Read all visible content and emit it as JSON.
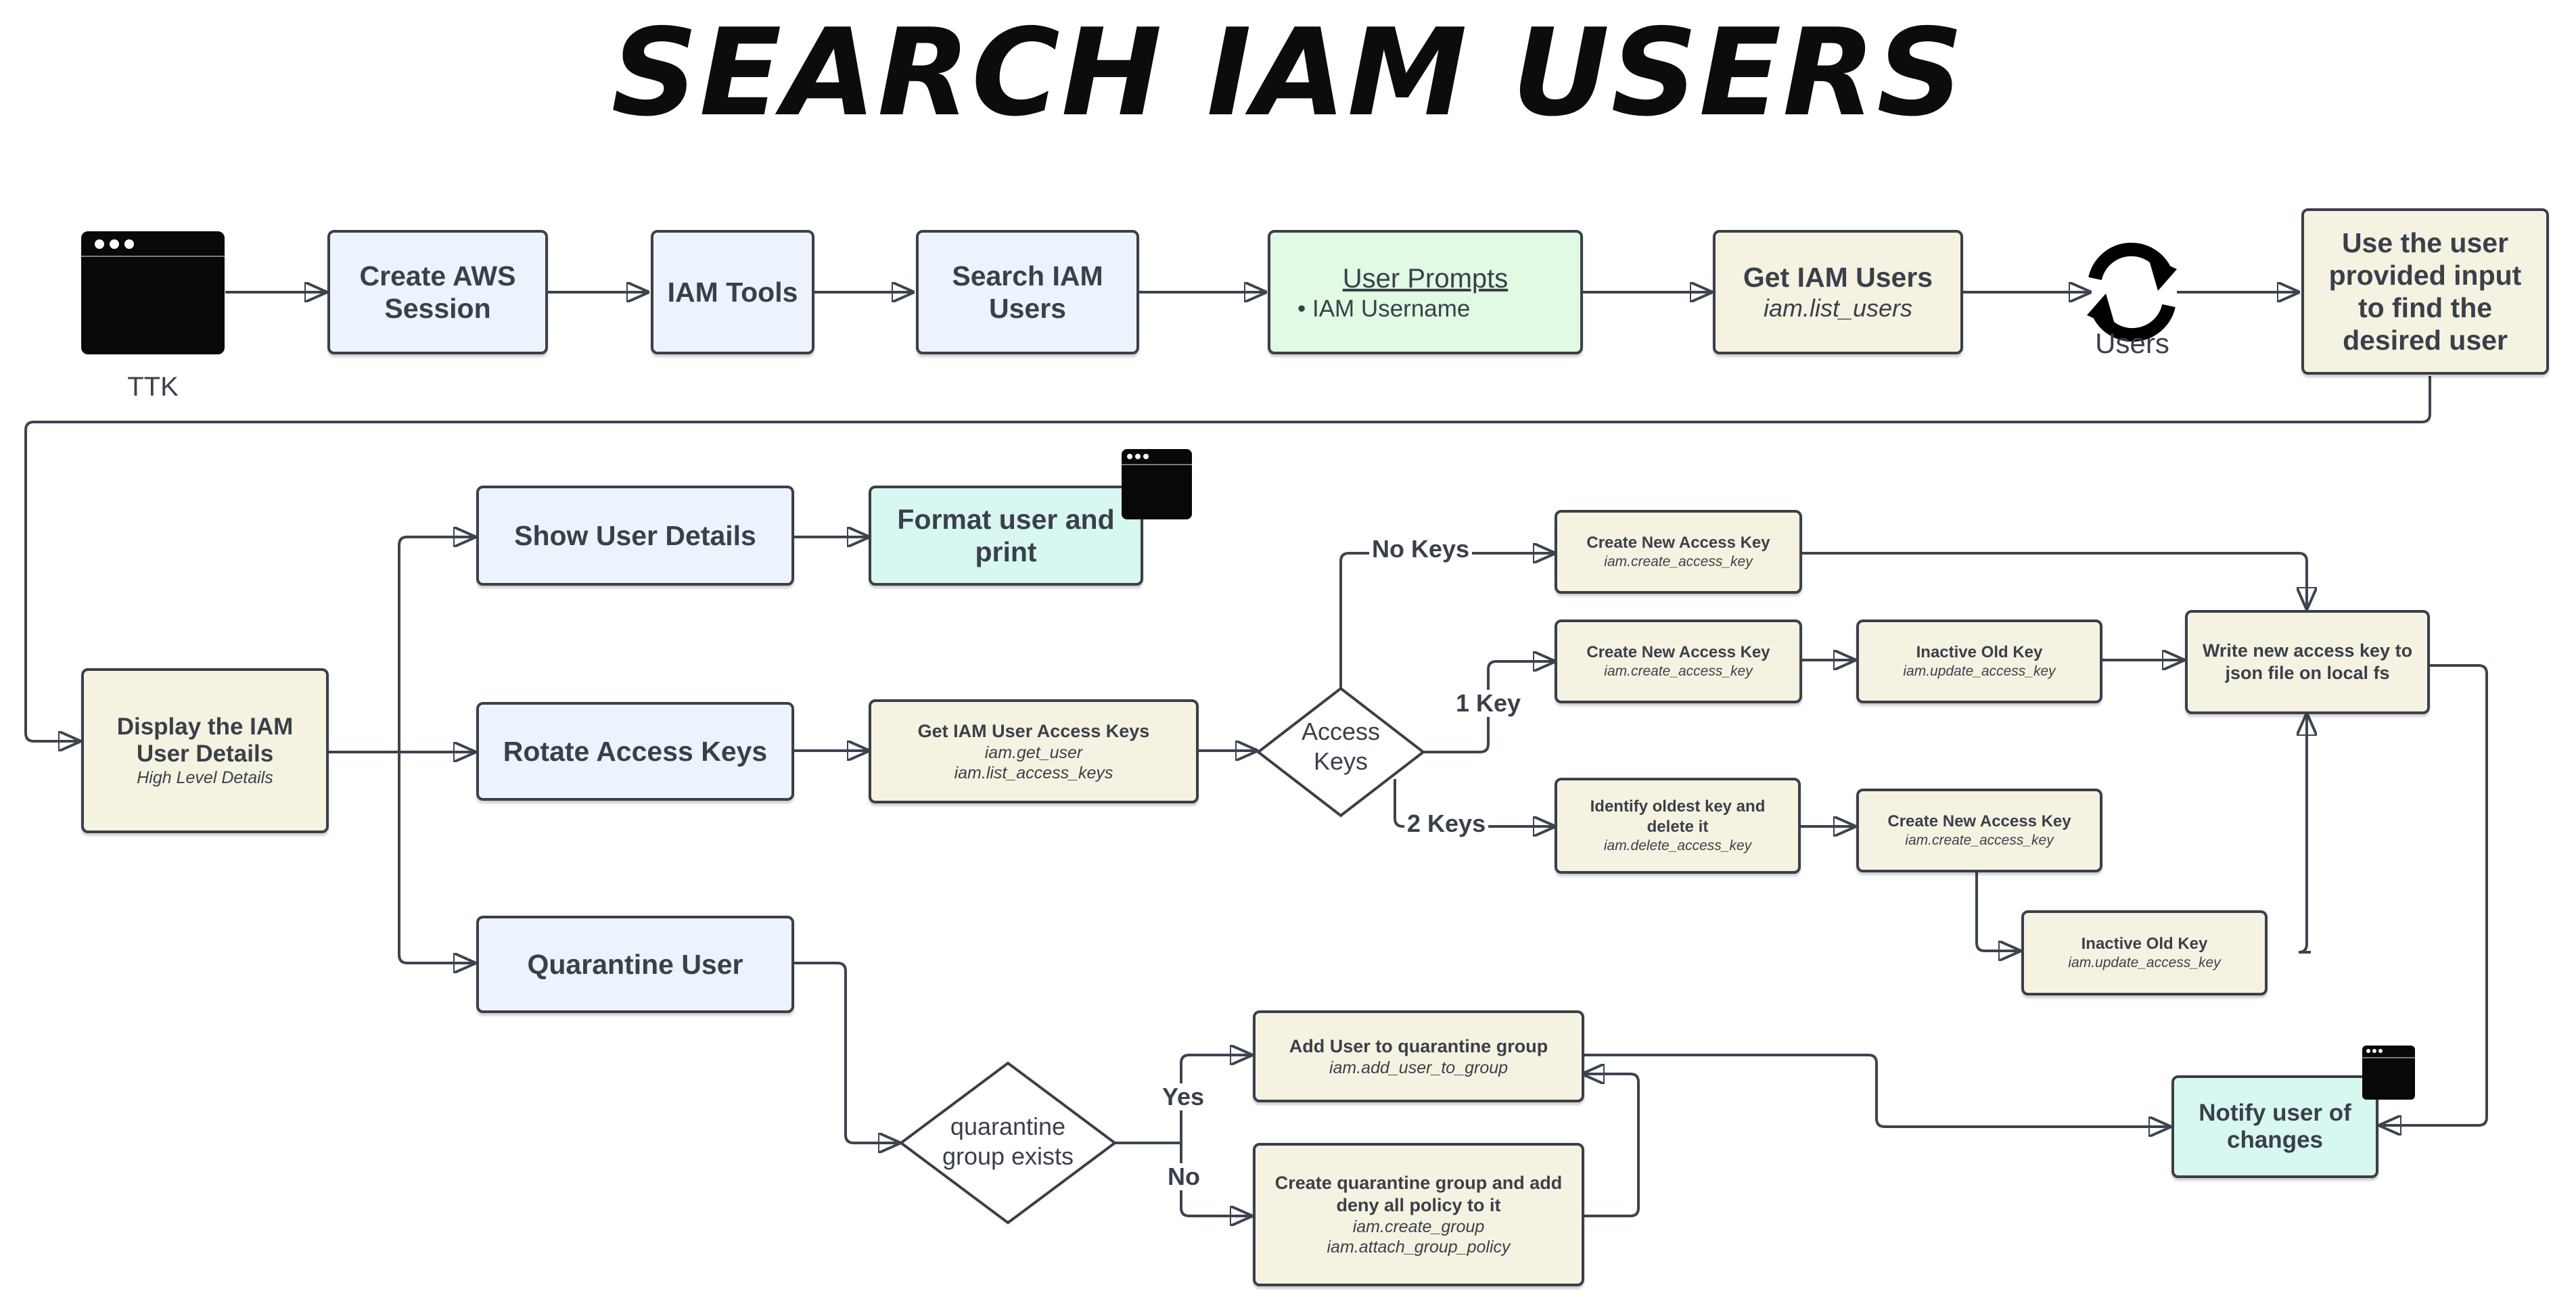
{
  "title": "SEARCH IAM USERS",
  "colors": {
    "line": "#3d4450",
    "blue_box": "#edf3fd",
    "cream_box": "#f6f2e2",
    "mint_box": "#d8f7f0",
    "green_box": "#e1fae3",
    "terminal": "#080808"
  },
  "row1": {
    "ttk_label": "TTK",
    "create_session": "Create AWS Session",
    "iam_tools": "IAM Tools",
    "search_users": "Search IAM Users",
    "user_prompts_title": "User Prompts",
    "user_prompts_item": "IAM Username",
    "get_users_title": "Get IAM Users",
    "get_users_call": "iam.list_users",
    "loop_label": "Users",
    "find_user": "Use the user provided input to find the desired user"
  },
  "display": {
    "title": "Display the IAM User Details",
    "subtitle": "High Level Details"
  },
  "show_details": {
    "label": "Show User Details",
    "format": "Format user and print"
  },
  "rotate": {
    "label": "Rotate Access Keys",
    "get_keys_title": "Get IAM User Access Keys",
    "get_keys_call1": "iam.get_user",
    "get_keys_call2": "iam.list_access_keys",
    "decision": "Access Keys",
    "no_keys": "No Keys",
    "one_key": "1 Key",
    "two_keys": "2 Keys",
    "create_a_title": "Create New Access Key",
    "create_a_call": "iam.create_access_key",
    "create_b_title": "Create New Access Key",
    "create_b_call": "iam.create_access_key",
    "inactive_a_title": "Inactive Old Key",
    "inactive_a_call": "iam.update_access_key",
    "oldest_title": "Identify oldest key and delete it",
    "oldest_call": "iam.delete_access_key",
    "create_c_title": "Create New Access Key",
    "create_c_call": "iam.create_access_key",
    "inactive_b_title": "Inactive Old Key",
    "inactive_b_call": "iam.update_access_key",
    "write_json": "Write new access key to json file on local fs"
  },
  "quarantine": {
    "label": "Quarantine User",
    "decision": "quarantine group exists",
    "yes": "Yes",
    "no": "No",
    "add_title": "Add User to quarantine group",
    "add_call": "iam.add_user_to_group",
    "create_title": "Create quarantine group and add deny all policy to it",
    "create_call1": "iam.create_group",
    "create_call2": "iam.attach_group_policy",
    "notify": "Notify user of changes"
  }
}
